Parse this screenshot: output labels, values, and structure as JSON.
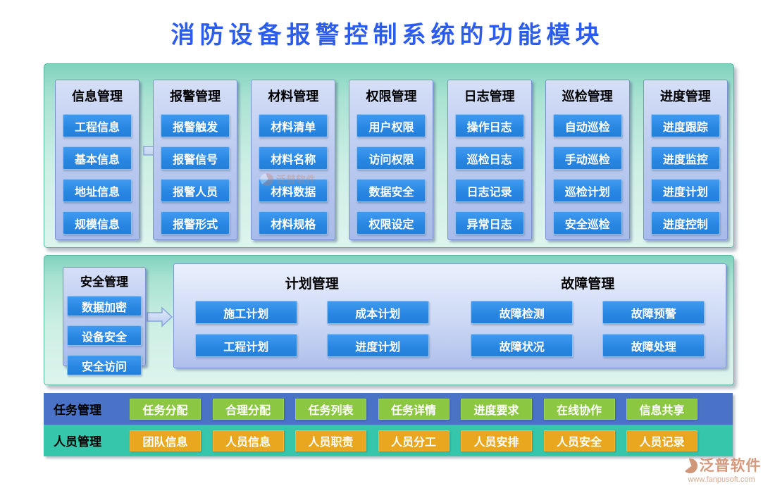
{
  "title": "消防设备报警控制系统的功能模块",
  "panel1": {
    "columns": [
      {
        "header": "信息管理",
        "items": [
          "工程信息",
          "基本信息",
          "地址信息",
          "规模信息"
        ]
      },
      {
        "header": "报警管理",
        "items": [
          "报警触发",
          "报警信号",
          "报警人员",
          "报警形式"
        ]
      },
      {
        "header": "材料管理",
        "items": [
          "材料清单",
          "材料名称",
          "材料数据",
          "材料规格"
        ]
      },
      {
        "header": "权限管理",
        "items": [
          "用户权限",
          "访问权限",
          "数据安全",
          "权限设定"
        ]
      },
      {
        "header": "日志管理",
        "items": [
          "操作日志",
          "巡检日志",
          "日志记录",
          "异常日志"
        ]
      },
      {
        "header": "巡检管理",
        "items": [
          "自动巡检",
          "手动巡检",
          "巡检计划",
          "安全巡检"
        ]
      },
      {
        "header": "进度管理",
        "items": [
          "进度跟踪",
          "进度监控",
          "进度计划",
          "进度控制"
        ]
      }
    ]
  },
  "panel2": {
    "security": {
      "header": "安全管理",
      "items": [
        "数据加密",
        "设备安全",
        "安全访问"
      ]
    },
    "plan": {
      "header": "计划管理",
      "items": [
        "施工计划",
        "成本计划",
        "工程计划",
        "进度计划"
      ]
    },
    "fault": {
      "header": "故障管理",
      "items": [
        "故障检测",
        "故障预警",
        "故障状况",
        "故障处理"
      ]
    }
  },
  "bands": [
    {
      "label": "任务管理",
      "items": [
        "任务分配",
        "合理分配",
        "任务列表",
        "任务详情",
        "进度要求",
        "在线协作",
        "信息共享"
      ]
    },
    {
      "label": "人员管理",
      "items": [
        "团队信息",
        "人员信息",
        "人员职责",
        "人员分工",
        "人员安排",
        "人员安全",
        "人员记录"
      ]
    }
  ],
  "footer": {
    "brand": "泛普软件",
    "url": "www.fanpusoft.com"
  },
  "colors": {
    "title_blue": "#2b5ced",
    "panel_teal_top": "#7fd2bd",
    "panel_teal_bottom": "#ddf4ed",
    "column_lavender": "#bccbf0",
    "module_button_blue": "#2e8ce8",
    "task_band_blue": "#4a72c7",
    "task_button_green": "#8bc741",
    "staff_band_teal": "#35c6ab",
    "staff_button_orange": "#e8a71e",
    "brand_salmon": "#d59a7e"
  }
}
